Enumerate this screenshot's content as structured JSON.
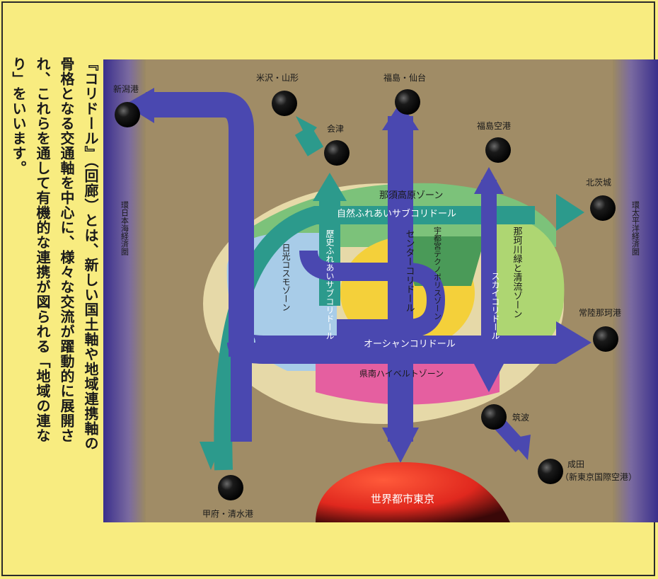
{
  "caption": {
    "lines": [
      "『コリドール』（回廊）とは、新しい国土軸や地域連携軸の",
      "骨格となる交通軸を中心に、様々な交流が躍動的に展開さ",
      "れ、これらを通して有機的な連携が図られる「地域の連な",
      "り」をいいます。"
    ]
  },
  "map": {
    "side_labels": {
      "left": "環日本海経済圏",
      "right": "環太平洋経済圏"
    },
    "cities": {
      "niigata": "新潟港",
      "yonezawa": "米沢・山形",
      "fukushima_sendai": "福島・仙台",
      "aizu": "会津",
      "fukushima_airport": "福島空港",
      "kitaibaraki": "北茨城",
      "hitachinaka": "常陸那珂港",
      "tsukuba": "筑波",
      "narita": "成田",
      "narita_sub": "（新東京国際空港）",
      "kofu": "甲府・清水港",
      "tokyo": "世界都市東京"
    },
    "zones": {
      "nasu": "那須高原ゾーン",
      "shizen": "自然ふれあいサブコリドール",
      "nikko": "日光コスモゾーン",
      "rekishi": "歴史ふれあいサブコリドール",
      "center": "センターコリドール",
      "utsunomiya": "宇都宮テクノポリスゾーン",
      "naka": "那珂川緑と清流ゾーン",
      "sky": "スカイコリドール",
      "ocean": "オーシャンコリドール",
      "kennan": "県南ハイベルトゾーン"
    }
  }
}
